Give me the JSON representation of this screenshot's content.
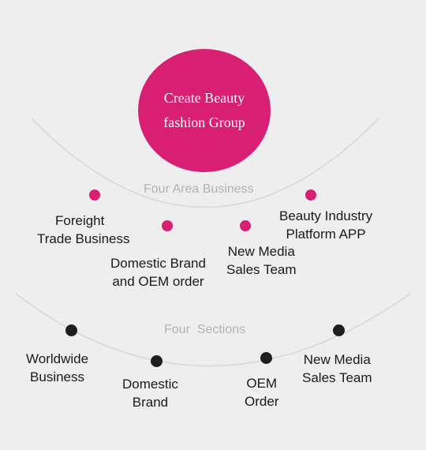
{
  "hub": {
    "line1": "Create Beauty",
    "line2": "fashion Group"
  },
  "area_business": {
    "title": "Four Area Business",
    "items": [
      {
        "line1": "Foreight",
        "line2": "Trade Business"
      },
      {
        "line1": "Domestic Brand",
        "line2": "and OEM order"
      },
      {
        "line1": "New Media",
        "line2": "Sales Team"
      },
      {
        "line1": "Beauty Industry",
        "line2": "Platform APP"
      }
    ]
  },
  "sections": {
    "title": "Four  Sections",
    "items": [
      {
        "line1": "Worldwide",
        "line2": "Business"
      },
      {
        "line1": "Domestic",
        "line2": "Brand"
      },
      {
        "line1": "OEM",
        "line2": "Order"
      },
      {
        "line1": "New Media",
        "line2": "Sales Team"
      }
    ]
  },
  "colors": {
    "accent": "#d81f73",
    "dot_dark": "#1e1e1e",
    "arc": "#d8d8d8",
    "muted_text": "#b3b3b3",
    "background": "#efeeee"
  }
}
